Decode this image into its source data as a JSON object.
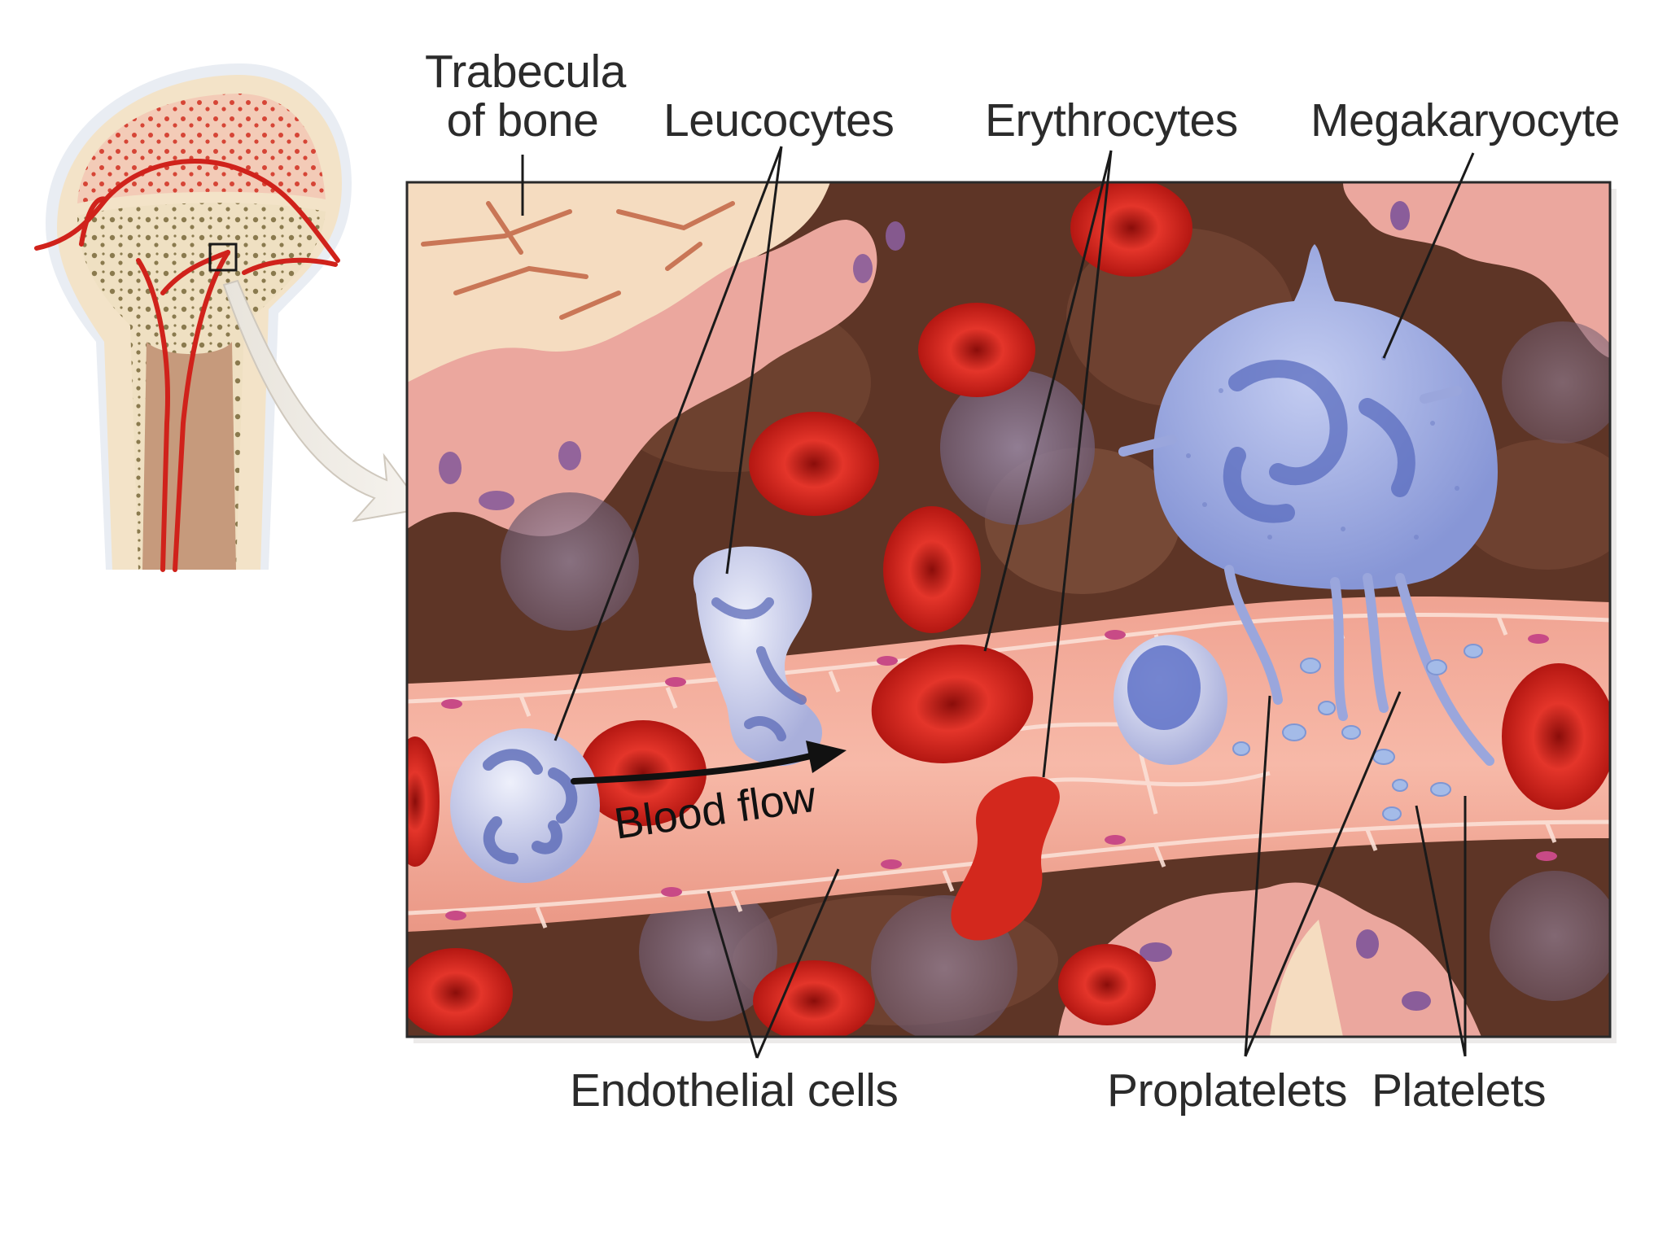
{
  "labels": {
    "trabecula_line1": "Trabecula",
    "trabecula_line2": "of bone",
    "leucocytes": "Leucocytes",
    "erythrocytes": "Erythrocytes",
    "megakaryocyte": "Megakaryocyte",
    "blood_flow": "Blood flow",
    "endothelial_cells": "Endothelial cells",
    "proplatelets": "Proplatelets",
    "platelets": "Platelets"
  },
  "colors": {
    "marrow_background": "#5e3526",
    "vessel_wall": "#f2a897",
    "erythrocyte": "#d2231c",
    "leucocyte": "#b7bde6",
    "megakaryocyte": "#98a6e0",
    "bone": "#f5dcc0",
    "endothelial_nucleus": "#c84a86"
  }
}
